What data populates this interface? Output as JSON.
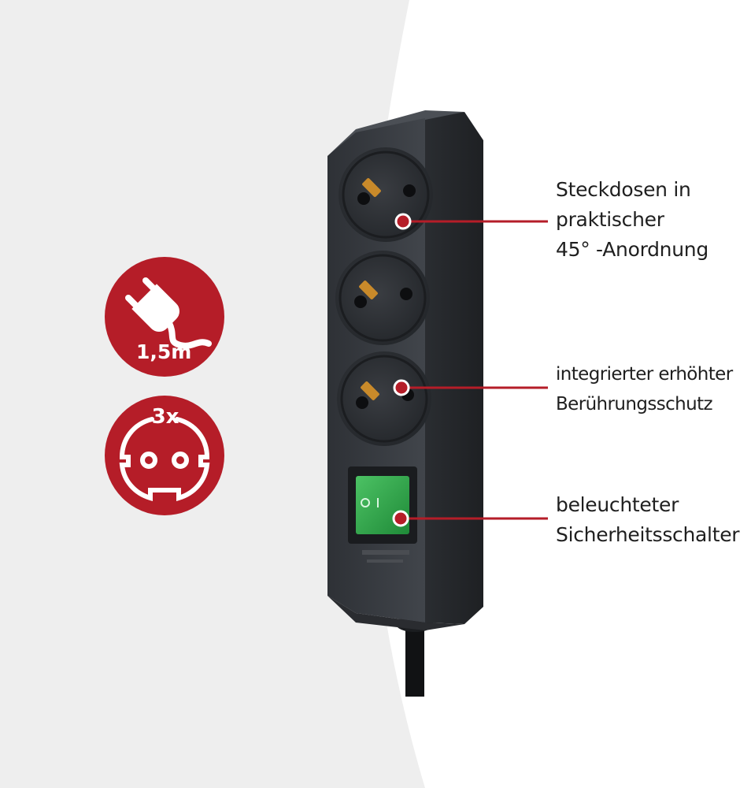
{
  "badges": {
    "cable": {
      "icon": "plug-cable-icon",
      "label": "1,5m"
    },
    "sockets": {
      "icon": "schuko-socket-icon",
      "label": "3x"
    }
  },
  "callouts": [
    {
      "lines": [
        "Steckdosen in",
        "praktischer",
        "45° -Anordnung"
      ]
    },
    {
      "lines": [
        "integrierter erhöhter",
        "Berührungsschutz"
      ]
    },
    {
      "lines": [
        "beleuchteter",
        "Sicherheitsschalter"
      ]
    }
  ],
  "colors": {
    "brand_red": "#b51d28",
    "strip_body": "#3a3d42",
    "switch_green": "#2fa84a",
    "text": "#1f1f1f"
  }
}
